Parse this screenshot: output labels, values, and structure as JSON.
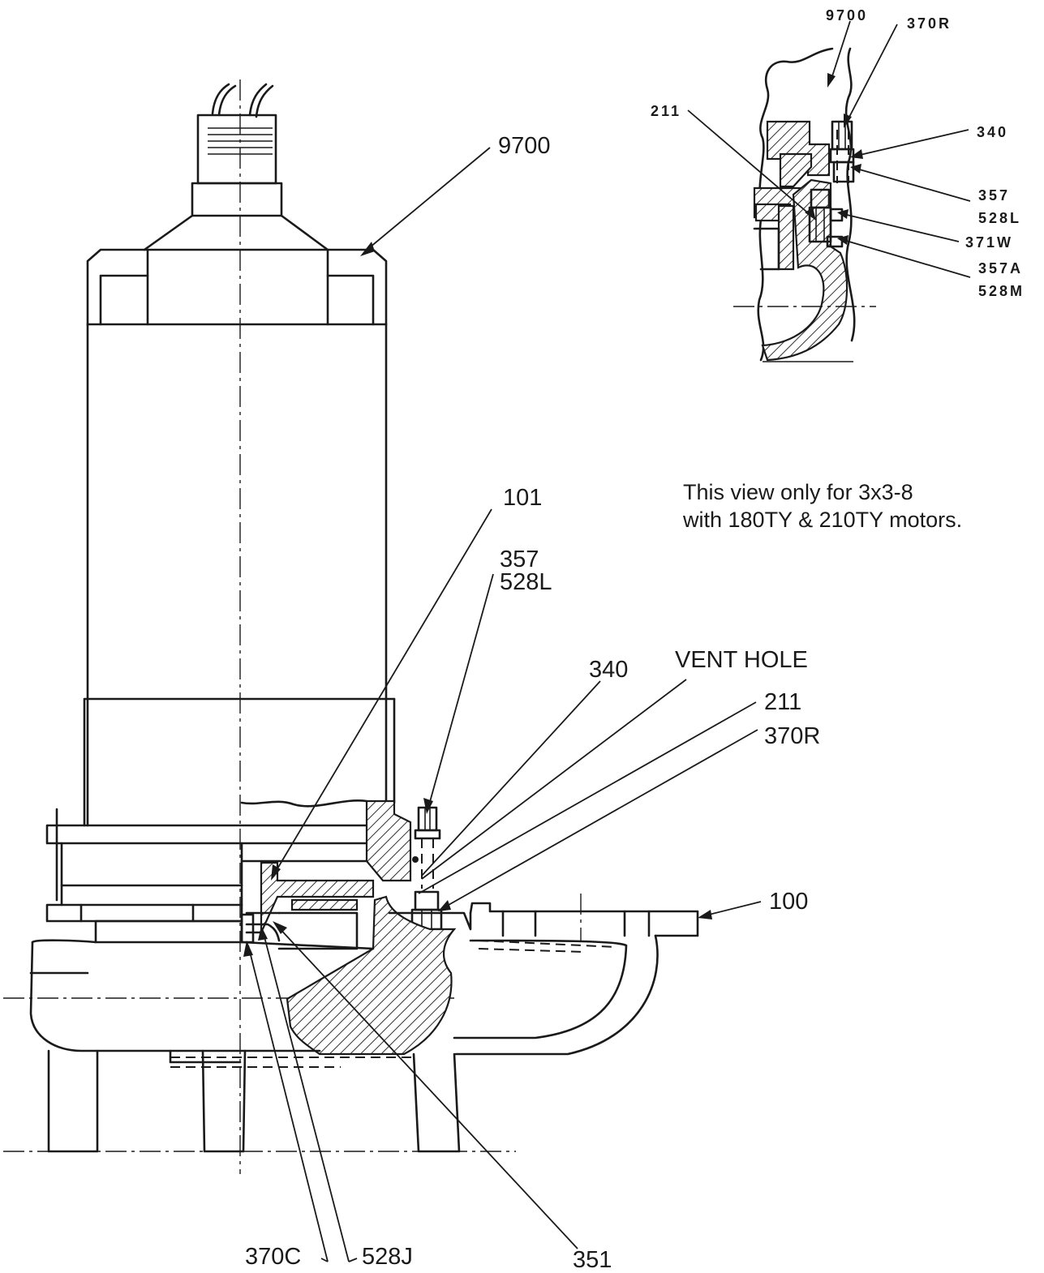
{
  "note": {
    "line1": "This view only for 3x3-8",
    "line2": "with 180TY & 210TY motors."
  },
  "main_view": {
    "callouts": {
      "c9700": "9700",
      "c101": "101",
      "c357": "357",
      "c528L": "528L",
      "c340": "340",
      "vent_hole": "VENT HOLE",
      "c211": "211",
      "c370R": "370R",
      "c100": "100",
      "c370C": "370C",
      "c528J": "528J",
      "c351": "351"
    }
  },
  "detail_view": {
    "callouts": {
      "c9700": "9700",
      "c370R": "370R",
      "c211": "211",
      "c340": "340",
      "c357": "357",
      "c528L": "528L",
      "c371W": "371W",
      "c357A": "357A",
      "c528M": "528M"
    }
  }
}
